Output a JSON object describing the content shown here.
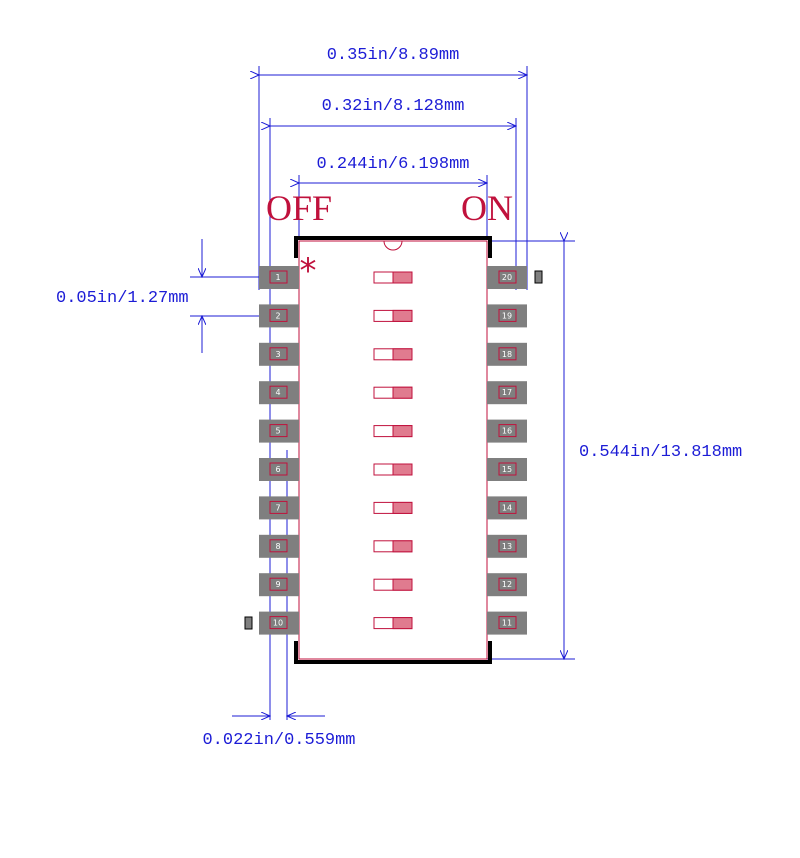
{
  "dimensions": {
    "overall_width": "0.35in/8.89mm",
    "pad_span": "0.32in/8.128mm",
    "body_width": "0.244in/6.198mm",
    "pitch": "0.05in/1.27mm",
    "body_length": "0.544in/13.818mm",
    "pad_width": "0.022in/0.559mm"
  },
  "labels": {
    "off": "OFF",
    "on": "ON",
    "pin1_marker": "*"
  },
  "pins": {
    "left": [
      "1",
      "2",
      "3",
      "4",
      "5",
      "6",
      "7",
      "8",
      "9",
      "10"
    ],
    "right": [
      "20",
      "19",
      "18",
      "17",
      "16",
      "15",
      "14",
      "13",
      "12",
      "11"
    ]
  },
  "colors": {
    "dimension": "#1c1cd6",
    "silkscreen": "#c0113c",
    "pad": "#7f7f7f",
    "outline": "#000000",
    "switch_fill": "#e07b8f"
  }
}
